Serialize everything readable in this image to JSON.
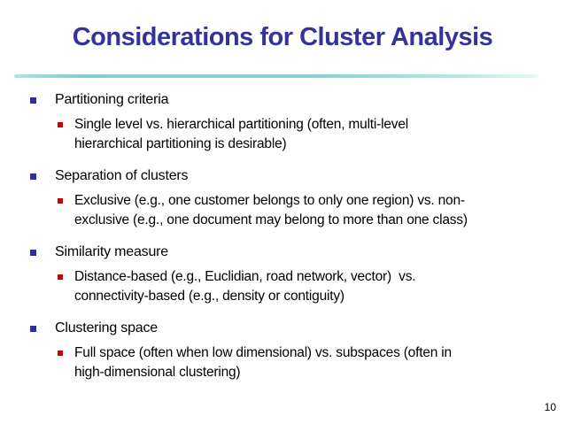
{
  "slide": {
    "title": "Considerations for Cluster Analysis",
    "page_number": "10",
    "colors": {
      "title_text": "#333399",
      "level1_bullet": "#2E3192",
      "level2_bullet": "#CC0000",
      "body_text": "#000000",
      "separator_teal": "#7FD2CA",
      "background": "#FFFFFF"
    },
    "sections": [
      {
        "heading": "Partitioning criteria",
        "sub": {
          "lines": [
            "Single level vs. hierarchical partitioning (often, multi-level",
            "hierarchical partitioning is desirable)"
          ]
        }
      },
      {
        "heading": "Separation of clusters",
        "sub": {
          "lines": [
            "Exclusive (e.g., one customer belongs to only one region) vs. non-",
            "exclusive (e.g., one document may belong to more than one class)"
          ]
        }
      },
      {
        "heading": "Similarity measure",
        "sub": {
          "lines": [
            "Distance-based (e.g., Euclidian, road network, vector)  vs.",
            "connectivity-based (e.g., density or contiguity)"
          ]
        }
      },
      {
        "heading": "Clustering space",
        "sub": {
          "lines": [
            "Full space (often when low dimensional) vs. subspaces (often in",
            "high-dimensional clustering)"
          ]
        }
      }
    ]
  }
}
